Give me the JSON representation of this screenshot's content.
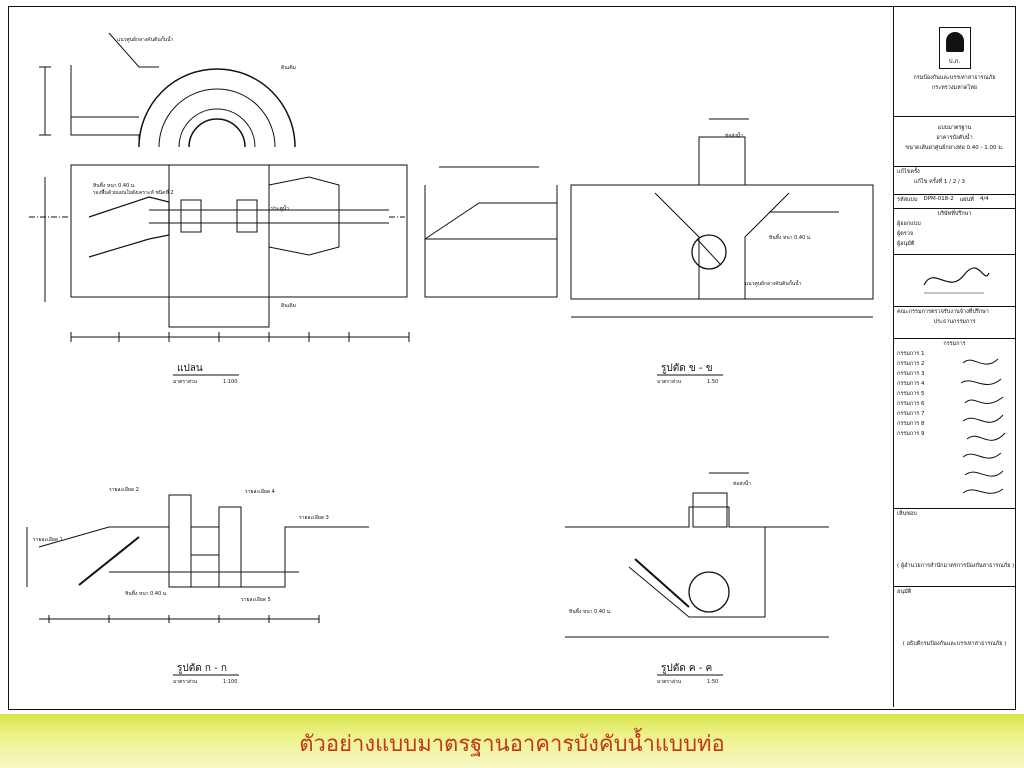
{
  "caption": "ตัวอย่างแบบมาตรฐานอาคารบังคับน้ำแบบท่อ",
  "drawing": {
    "views": {
      "plan": {
        "title": "แปลน",
        "scale_label": "มาตราส่วน",
        "scale": "1:100"
      },
      "section_b": {
        "title": "รูปตัด ข - ข",
        "scale_label": "มาตราส่วน",
        "scale": "1:50"
      },
      "section_a": {
        "title": "รูปตัด ก - ก",
        "scale_label": "มาตราส่วน",
        "scale": "1:100"
      },
      "section_c": {
        "title": "รูปตัด ค - ค",
        "scale_label": "มาตราส่วน",
        "scale": "1:50"
      }
    },
    "labels": {
      "hinge": "ดินเดิม",
      "pipe": "ท่อส่งน้ำ",
      "gate": "ประตูน้ำ",
      "riprap": "หินทิ้ง หนา 0.40 ม.",
      "riprap2": "รองพื้นด้วยแผ่นใยสังเคราะห์ ชนิดที่ 2",
      "detail1": "รายละเอียด 1",
      "detail2": "รายละเอียด 2",
      "detail3": "รายละเอียด 3",
      "detail4": "รายละเอียด 4",
      "detail5": "รายละเอียด 5",
      "outline": "แนวศูนย์กลางคันดินกั้นน้ำ"
    }
  },
  "title_block": {
    "org1": "กรมป้องกันและบรรเทาสาธารณภัย",
    "org2": "กระทรวงมหาดไทย",
    "logo_text": "ป.ภ.",
    "sheet_name1": "แบบมาตรฐาน",
    "sheet_name2": "อาคารบังคับน้ำ",
    "sheet_name3": "ขนาดเส้นผ่าศูนย์กลางท่อ 0.40 - 1.00 ม.",
    "rev_label": "แก้ไขครั้ง",
    "rev_value": "แก้ไข ครั้งที่ 1 / 2 / 3",
    "code_label": "รหัสแบบ",
    "code_value": "DPM-018-2",
    "sheet_label": "แผ่นที่",
    "sheet_value": "4/4",
    "company": "บริษัทที่ปรึกษา",
    "consult1": "ผู้ออกแบบ",
    "consult2": "ผู้ตรวจ",
    "consult3": "ผู้อนุมัติ",
    "committee": "คณะกรรมการตรวจรับงานจ้างที่ปรึกษา",
    "committee_head": "ประธานกรรมการ",
    "members_label": "กรรมการ",
    "members": [
      "กรรมการ 1",
      "กรรมการ 2",
      "กรรมการ 3",
      "กรรมการ 4",
      "กรรมการ 5",
      "กรรมการ 6",
      "กรรมการ 7",
      "กรรมการ 8",
      "กรรมการ 9"
    ],
    "approve_label": "เห็นชอบ",
    "approve_sign": "( ผู้อำนวยการสำนักมาตรการป้องกันสาธารณภัย )",
    "authorize_label": "อนุมัติ",
    "authorize_sign": "( อธิบดีกรมป้องกันและบรรเทาสาธารณภัย )"
  }
}
